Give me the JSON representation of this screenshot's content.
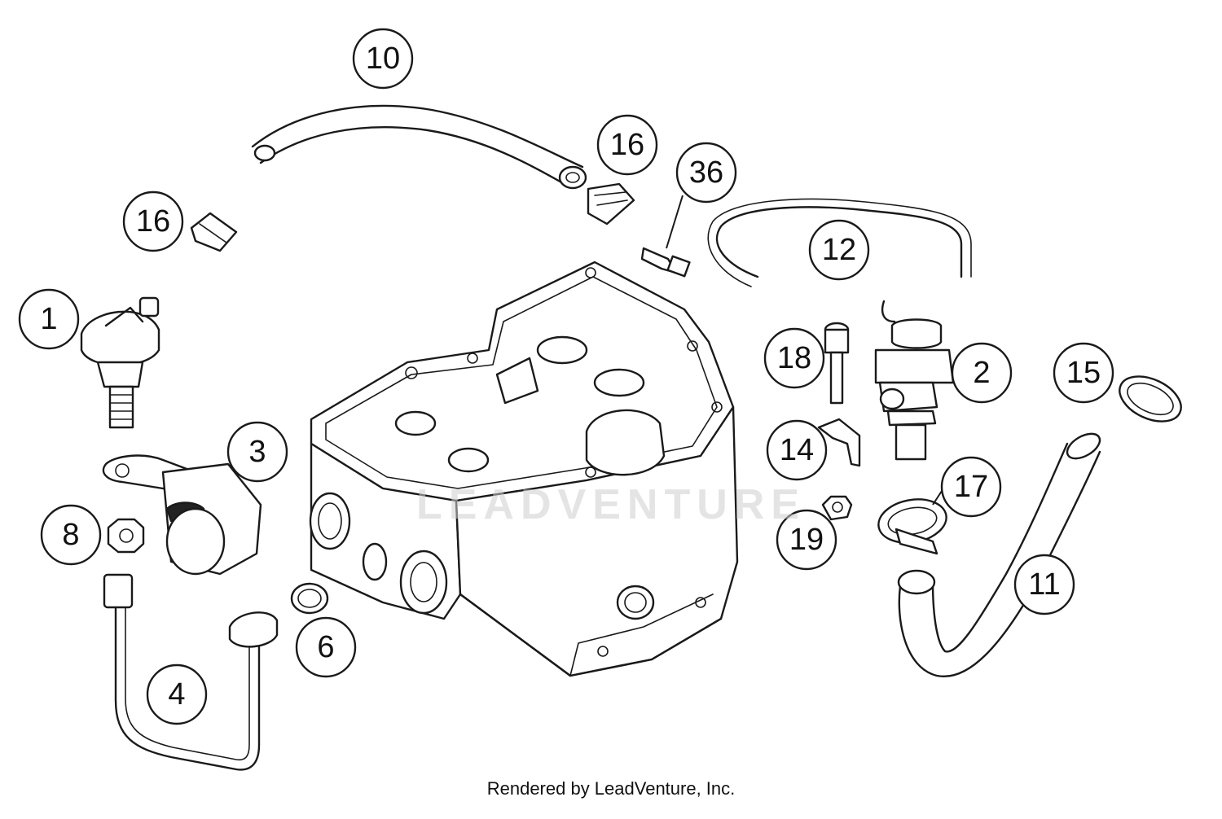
{
  "callouts": [
    {
      "id": "p10",
      "label": "10"
    },
    {
      "id": "p16a",
      "label": "16"
    },
    {
      "id": "p36",
      "label": "36"
    },
    {
      "id": "p16b",
      "label": "16"
    },
    {
      "id": "p12",
      "label": "12"
    },
    {
      "id": "p1",
      "label": "1"
    },
    {
      "id": "p18",
      "label": "18"
    },
    {
      "id": "p2",
      "label": "2"
    },
    {
      "id": "p15",
      "label": "15"
    },
    {
      "id": "p3",
      "label": "3"
    },
    {
      "id": "p14",
      "label": "14"
    },
    {
      "id": "p17",
      "label": "17"
    },
    {
      "id": "p8",
      "label": "8"
    },
    {
      "id": "p19",
      "label": "19"
    },
    {
      "id": "p11",
      "label": "11"
    },
    {
      "id": "p6",
      "label": "6"
    },
    {
      "id": "p4",
      "label": "4"
    }
  ],
  "watermark": "LEADVENTURE",
  "credit": "Rendered by LeadVenture, Inc."
}
